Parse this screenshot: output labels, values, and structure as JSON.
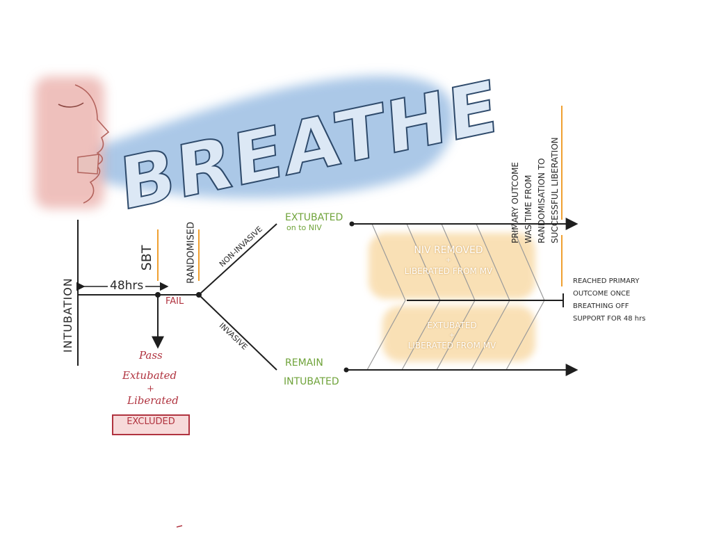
{
  "title": "BREATHE",
  "colors": {
    "ink": "#1e1e1e",
    "accent_orange": "#f0a030",
    "green": "#6fa33a",
    "red": "#b0333f",
    "blue_wash": "#8fb6e0",
    "orange_wash": "#f5c77a",
    "face": "#e8a6a0"
  },
  "labels": {
    "intubation": "INTUBATION",
    "duration": "48hrs",
    "sbt": "SBT",
    "fail": "FAIL",
    "randomised": "RANDOMISED",
    "non_invasive": "NON-INVASIVE",
    "invasive": "INVASIVE",
    "pass": "Pass",
    "extubated": "Extubated",
    "plus": "+",
    "liberated": "Liberated",
    "excluded": "EXCLUDED"
  },
  "arms": {
    "niv_line1": "EXTUBATED",
    "niv_line2": "on to NIV",
    "inv_line1": "REMAIN",
    "inv_line2": "INTUBATED"
  },
  "bands": {
    "niv_line1": "NIV REMOVED",
    "niv_plus": "+",
    "niv_line2": "LIBERATED FROM MV",
    "inv_line1": "EXTUBATED",
    "inv_plus": "+",
    "inv_line2": "LIBERATED FROM MV"
  },
  "primary_outcome": {
    "line1": "PRIMARY OUTCOME",
    "line2": "WAS TIME FROM",
    "line3": "RANDOMISATION TO",
    "line4": "SUCCESSFUL LIBERATION"
  },
  "reached": {
    "line1": "REACHED PRIMARY",
    "line2": "OUTCOME ONCE",
    "line3": "BREATHING OFF",
    "line4": "SUPPORT FOR 48 hrs"
  }
}
